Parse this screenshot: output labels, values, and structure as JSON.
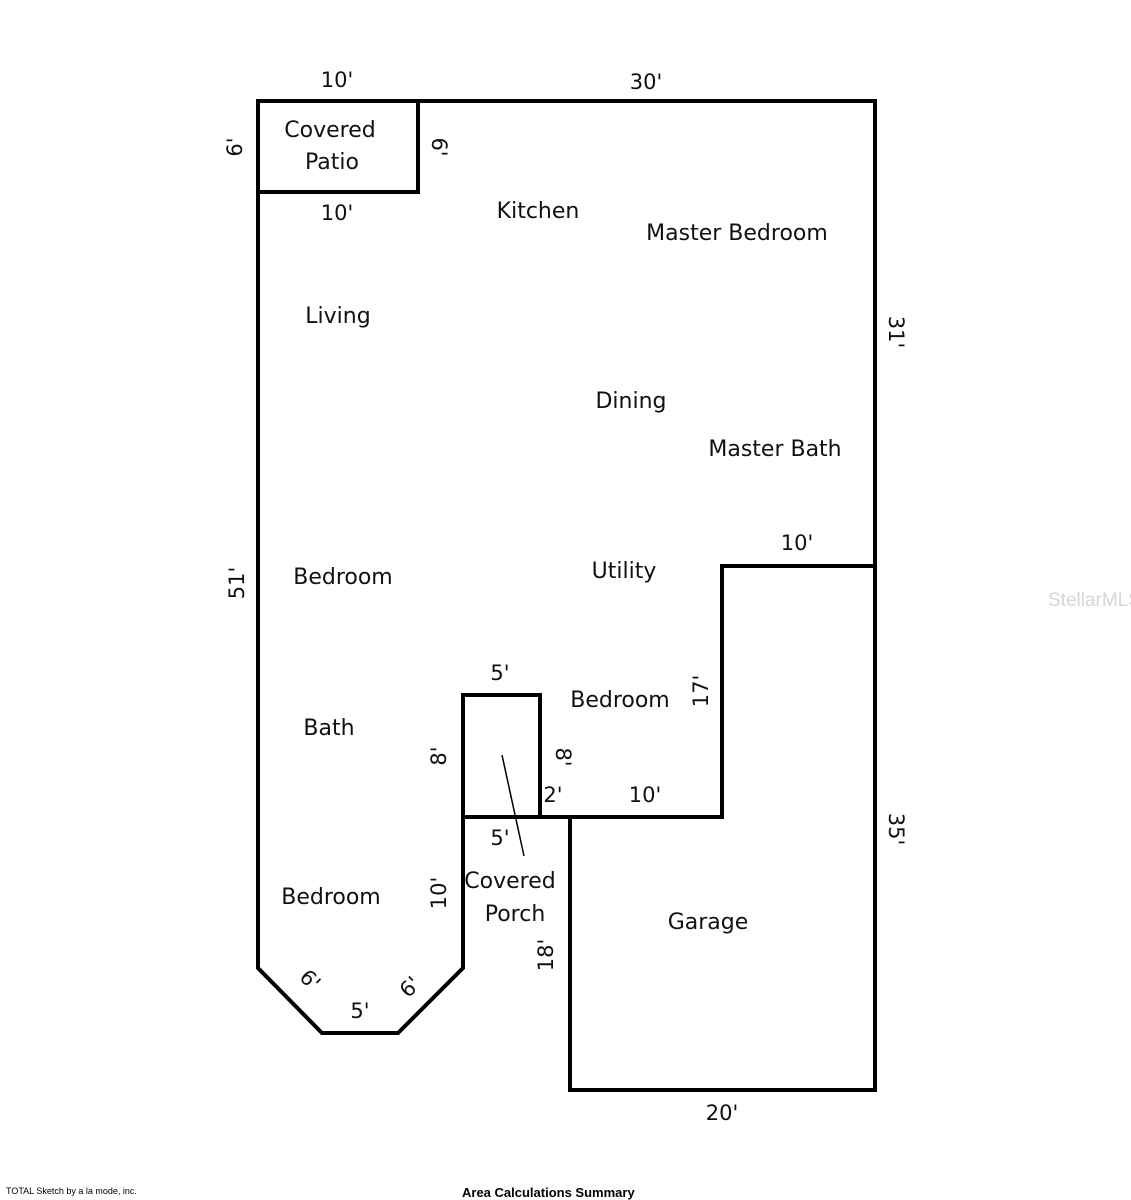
{
  "rooms": {
    "covered_patio_line1": "Covered",
    "covered_patio_line2": "Patio",
    "kitchen": "Kitchen",
    "master_bedroom": "Master Bedroom",
    "living": "Living",
    "dining": "Dining",
    "master_bath": "Master Bath",
    "bedroom_left": "Bedroom",
    "utility": "Utility",
    "bedroom_center": "Bedroom",
    "bath": "Bath",
    "bedroom_bottom": "Bedroom",
    "covered_porch_line1": "Covered",
    "covered_porch_line2": "Porch",
    "garage": "Garage"
  },
  "dimensions": {
    "patio_top": "10'",
    "top_main": "30'",
    "patio_left": "6'",
    "patio_right": "6'",
    "patio_bottom": "10'",
    "right_upper": "31'",
    "left_main": "51'",
    "garage_top": "10'",
    "utility_step": "17'",
    "porch_top": "5'",
    "porch_left": "8'",
    "porch_right": "8'",
    "porch_step": "2'",
    "step_bottom": "10'",
    "porch_bottom": "5'",
    "right_lower": "35'",
    "bedroom_right": "10'",
    "garage_left": "18'",
    "bay_left": "6'",
    "bay_bottom": "5'",
    "bay_right": "6'",
    "garage_bottom": "20'"
  },
  "watermark": "StellarMLS",
  "footer": {
    "software": "TOTAL Sketch by a la mode, inc.",
    "summary_title": "Area Calculations Summary"
  }
}
